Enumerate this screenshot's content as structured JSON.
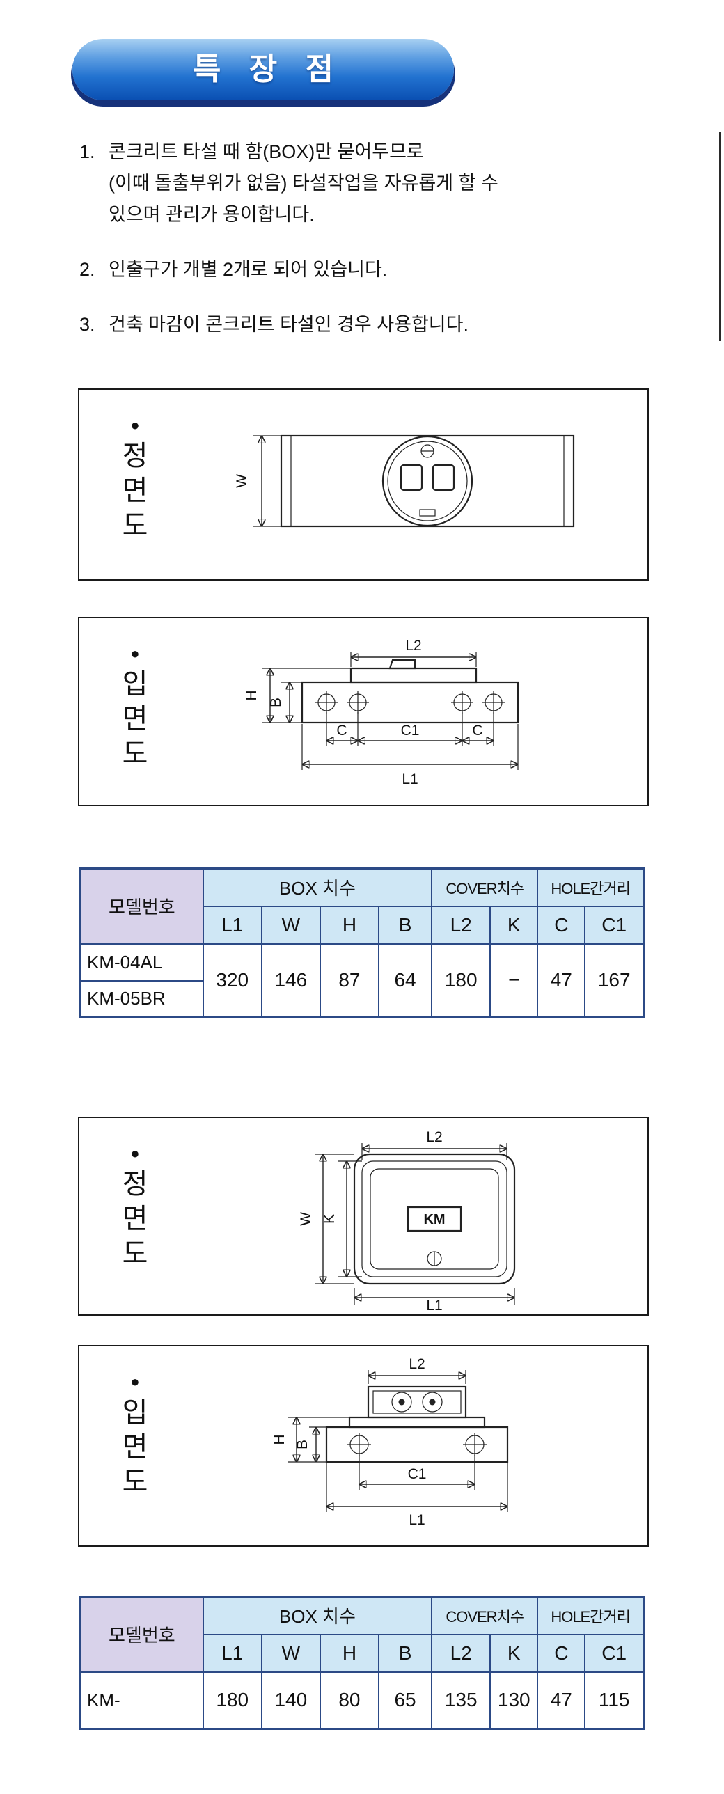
{
  "badge": {
    "label": "특 장 점"
  },
  "features": [
    {
      "num": "1.",
      "lines": [
        "콘크리트 타설 때 함(BOX)만 묻어두므로",
        "(이때 돌출부위가 없음) 타설작업을 자유롭게 할 수",
        "있으며 관리가 용이합니다."
      ]
    },
    {
      "num": "2.",
      "lines": [
        "인출구가 개별 2개로 되어 있습니다."
      ]
    },
    {
      "num": "3.",
      "lines": [
        "건축 마감이 콘크리트 타설인 경우 사용합니다."
      ]
    }
  ],
  "diagrams": [
    {
      "bullet": "●",
      "label": "정면도"
    },
    {
      "bullet": "●",
      "label": "입면도"
    },
    {
      "bullet": "●",
      "label": "정면도"
    },
    {
      "bullet": "●",
      "label": "입면도"
    }
  ],
  "dims": {
    "L1": "L1",
    "L2": "L2",
    "W": "W",
    "H": "H",
    "B": "B",
    "C": "C",
    "C1": "C1",
    "K": "K",
    "KM": "KM"
  },
  "table1": {
    "header": {
      "model": "모델번호",
      "box": "BOX 치수",
      "cover": "COVER치수",
      "hole": "HOLE간거리"
    },
    "columns": [
      "L1",
      "W",
      "H",
      "B",
      "L2",
      "K",
      "C",
      "C1"
    ],
    "models": [
      "KM-04AL",
      "KM-05BR"
    ],
    "values": [
      "320",
      "146",
      "87",
      "64",
      "180",
      "−",
      "47",
      "167"
    ]
  },
  "table2": {
    "header": {
      "model": "모델번호",
      "box": "BOX 치수",
      "cover": "COVER치수",
      "hole": "HOLE간거리"
    },
    "columns": [
      "L1",
      "W",
      "H",
      "B",
      "L2",
      "K",
      "C",
      "C1"
    ],
    "models": [
      "KM-"
    ],
    "values": [
      "180",
      "140",
      "80",
      "65",
      "135",
      "130",
      "47",
      "115"
    ]
  },
  "colors": {
    "header_blue": "#cfe7f5",
    "model_purple": "#d8d2ea",
    "table_border": "#2c4a86",
    "badge_top": "#a8d0f2",
    "badge_bottom": "#0a4fb2",
    "badge_shadow": "#16327b"
  }
}
